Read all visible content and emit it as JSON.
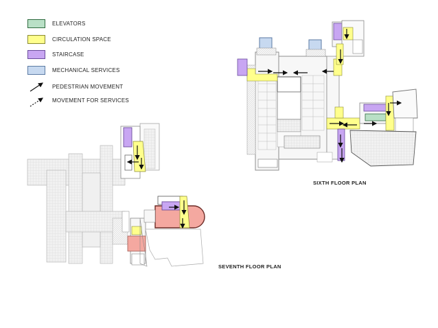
{
  "legend": {
    "items": [
      {
        "label": "ELEVATORS",
        "color": "#b9e0c6",
        "border": "#2f6b3f"
      },
      {
        "label": "CIRCULATION SPACE",
        "color": "#ffff8c",
        "border": "#8a8a30"
      },
      {
        "label": "STAIRCASE",
        "color": "#c8a6f2",
        "border": "#6a4c9c"
      },
      {
        "label": "MECHANICAL SERVICES",
        "color": "#c7d9f0",
        "border": "#5b7aa3"
      }
    ],
    "pedestrian_label": "PEDESTRIAN MOVEMENT",
    "services_label": "MOVEMENT FOR SERVICES"
  },
  "plans": {
    "sixth_title": "SIXTH FLOOR PLAN",
    "seventh_title": "SEVENTH FLOOR PLAN"
  },
  "colors": {
    "plan_line": "#9a9a9a",
    "plan_fill": "#f4f4f4",
    "elevator": "#b9e0c6",
    "circulation": "#ffff8c",
    "staircase": "#c8a6f2",
    "mechanical": "#c7d9f0",
    "salmon": "#f4a8a0",
    "arrow": "#111111"
  }
}
